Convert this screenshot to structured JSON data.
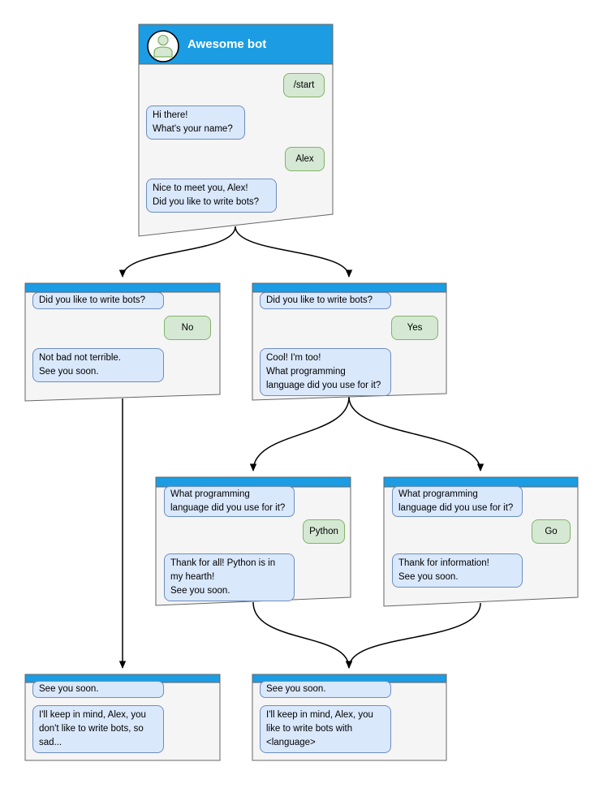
{
  "windows": {
    "main": {
      "title": "Awesome bot",
      "messages": {
        "m1": "/start",
        "m2": "Hi there!\nWhat's your name?",
        "m3": "Alex",
        "m4": "Nice to meet you, Alex!\nDid you like to write bots?"
      }
    },
    "branch_no": {
      "m1": "Did you like to write bots?",
      "m2": "No",
      "m3": "Not bad not terrible.\nSee you soon."
    },
    "branch_yes": {
      "m1": "Did you like to write bots?",
      "m2": "Yes",
      "m3": "Cool! I'm too!\nWhat programming\nlanguage did you use for it?"
    },
    "branch_python": {
      "m1": "What programming\nlanguage did you use for it?",
      "m2": "Python",
      "m3": "Thank for all! Python is in\nmy hearth!\nSee you soon."
    },
    "branch_go": {
      "m1": "What programming\nlanguage did you use for it?",
      "m2": "Go",
      "m3": "Thank for information!\nSee you soon."
    },
    "end_no": {
      "m1": "See you soon.",
      "m2": "I'll keep in mind, Alex, you\ndon't like to write bots, so\nsad..."
    },
    "end_yes": {
      "m1": "See you soon.",
      "m2": "I'll keep in mind, Alex, you\nlike to write bots with\n<language>"
    }
  },
  "edges": [
    {
      "from": "main",
      "to": "branch_no"
    },
    {
      "from": "main",
      "to": "branch_yes"
    },
    {
      "from": "branch_yes",
      "to": "branch_python"
    },
    {
      "from": "branch_yes",
      "to": "branch_go"
    },
    {
      "from": "branch_no",
      "to": "end_no"
    },
    {
      "from": "branch_python",
      "to": "end_yes"
    },
    {
      "from": "branch_go",
      "to": "end_yes"
    }
  ],
  "icons": {
    "avatar": "person-icon"
  },
  "colors": {
    "header_blue": "#1c9ce3",
    "window_fill": "#f5f5f5",
    "window_border": "#666666",
    "bot_bubble_fill": "#dae8fc",
    "bot_bubble_border": "#6c8ebf",
    "user_bubble_fill": "#d5e8d4",
    "user_bubble_border": "#82b366",
    "connector": "#000000"
  }
}
